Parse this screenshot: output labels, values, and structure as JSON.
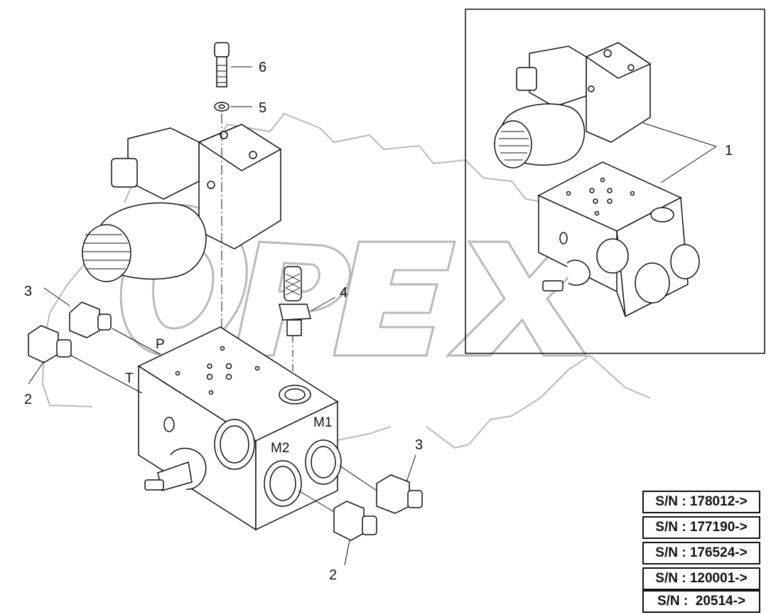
{
  "watermark": {
    "text": "OPEX"
  },
  "callouts": {
    "item_1": "1",
    "item_2_left": "2",
    "item_2_bottom": "2",
    "item_3_left": "3",
    "item_3_right": "3",
    "item_4": "4",
    "item_5": "5",
    "item_6": "6"
  },
  "ports": {
    "p": "P",
    "t": "T",
    "m1": "M1",
    "m2": "M2"
  },
  "serial_numbers": [
    "S/N : 178012->",
    "S/N : 177190->",
    "S/N : 176524->",
    "S/N : 120001->",
    "S/N :  20514->"
  ]
}
